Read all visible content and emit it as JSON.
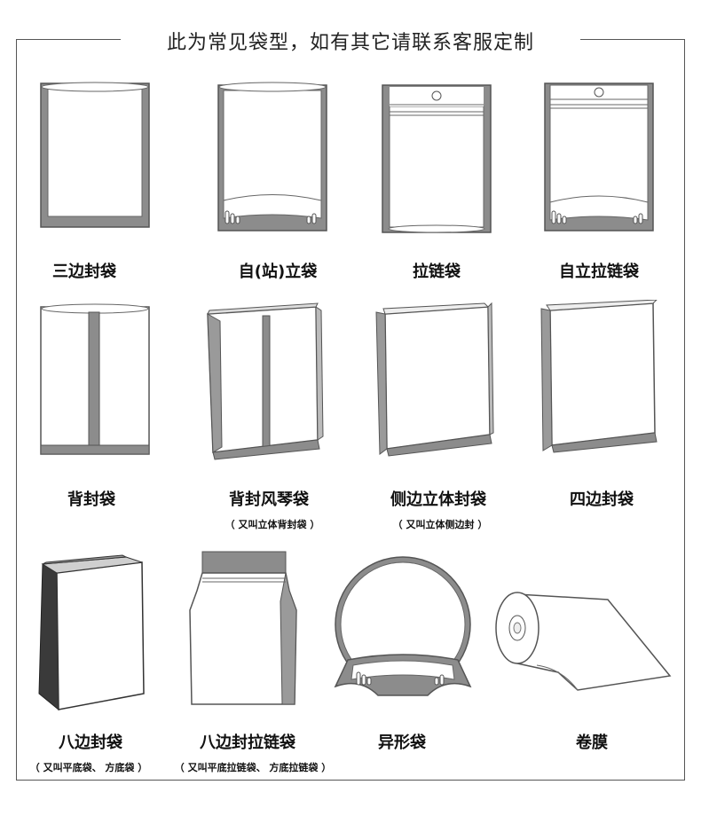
{
  "header": {
    "title": "此为常见袋型，如有其它请联系客服定制"
  },
  "bags": [
    {
      "name": "三边封袋",
      "note": ""
    },
    {
      "name": "自(站)立袋",
      "note": ""
    },
    {
      "name": "拉链袋",
      "note": ""
    },
    {
      "name": "自立拉链袋",
      "note": ""
    },
    {
      "name": "背封袋",
      "note": ""
    },
    {
      "name": "背封风琴袋",
      "note": "（ 又叫立体背封袋 ）"
    },
    {
      "name": "侧边立体封袋",
      "note": "（ 又叫立体侧边封 ）"
    },
    {
      "name": "四边封袋",
      "note": ""
    },
    {
      "name": "八边封袋",
      "note": "（ 又叫平底袋、 方底袋 ）"
    },
    {
      "name": "八边封拉链袋",
      "note": "（ 又叫平底拉链袋、 方底拉链袋 ）"
    },
    {
      "name": "异形袋",
      "note": ""
    },
    {
      "name": "卷膜",
      "note": ""
    }
  ],
  "colors": {
    "seal_gray": "#8c8c8c",
    "outline": "#555555",
    "light_gray": "#c8c8c8"
  }
}
